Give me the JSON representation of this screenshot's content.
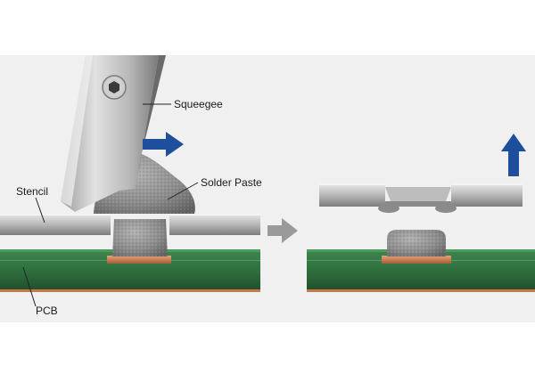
{
  "labels": {
    "squeegee": "Squeegee",
    "solder_paste": "Solder Paste",
    "stencil": "Stencil",
    "pcb": "PCB"
  },
  "colors": {
    "background_band": "#f0f0f0",
    "metal_light": "#d8d8d8",
    "metal_mid": "#a9a9a9",
    "metal_dark": "#6e6e6e",
    "paste": "#8c8c8c",
    "pcb_green": "#2f6f3e",
    "pcb_dark": "#1f4d2b",
    "copper": "#c9794e",
    "arrow_blue": "#1d4f9c",
    "arrow_grey": "#9a9a9a"
  },
  "icons": {
    "squeegee_screw": "hex-socket-screw-icon",
    "motion_right": "arrow-right-icon",
    "motion_up": "arrow-up-icon",
    "step_next": "arrow-right-icon"
  }
}
